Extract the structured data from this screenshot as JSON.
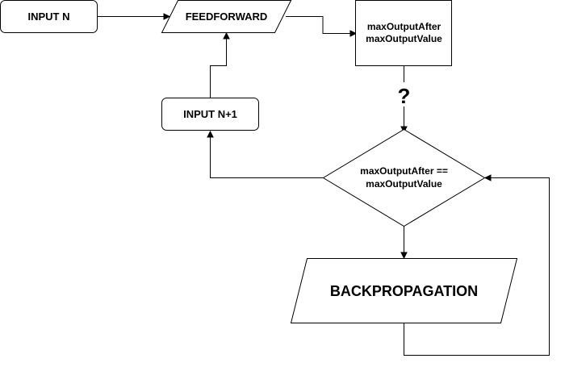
{
  "nodes": {
    "input_n": {
      "label": "INPUT N"
    },
    "feedforward": {
      "label": "FEEDFORWARD"
    },
    "max_output_box": {
      "line1": "maxOutputAfter",
      "line2": "maxOutputValue"
    },
    "input_n1": {
      "label": "INPUT N+1"
    },
    "decision": {
      "line1": "maxOutputAfter ==",
      "line2": "maxOutputValue"
    },
    "backpropagation": {
      "label": "BACKPROPAGATION"
    }
  },
  "edge_labels": {
    "question": "?"
  }
}
